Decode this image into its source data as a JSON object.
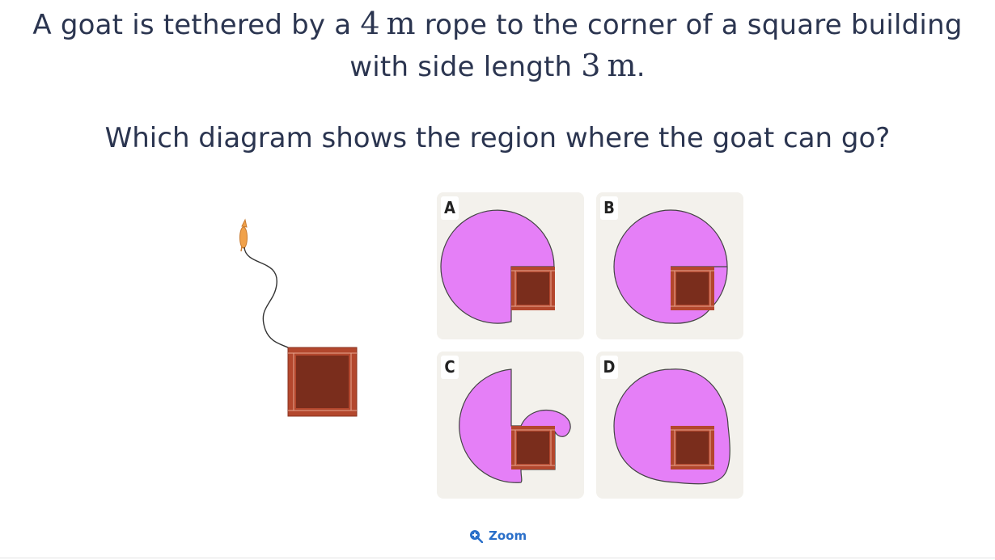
{
  "question": {
    "line1_before": "A goat is tethered by a ",
    "rope_length": "4",
    "unit_1": "m",
    "line1_after": " rope to the corner of a square building",
    "line2_before": "with side length ",
    "side_length": "3",
    "unit_2": "m",
    "line2_after": ".",
    "prompt": "Which diagram shows the region where the goat can go?"
  },
  "options": [
    {
      "letter": "A"
    },
    {
      "letter": "B"
    },
    {
      "letter": "C"
    },
    {
      "letter": "D"
    }
  ],
  "zoom_label": "Zoom",
  "colors": {
    "text": "#2b3550",
    "region": "#e57ff7",
    "brick": "#b3472d",
    "brick_dark": "#7a2d1c",
    "card_bg": "#f3f1ec",
    "link": "#2a6fc9",
    "goat": "#f0a14a"
  },
  "icons": [
    "goat-icon",
    "building-icon",
    "zoom-icon"
  ]
}
